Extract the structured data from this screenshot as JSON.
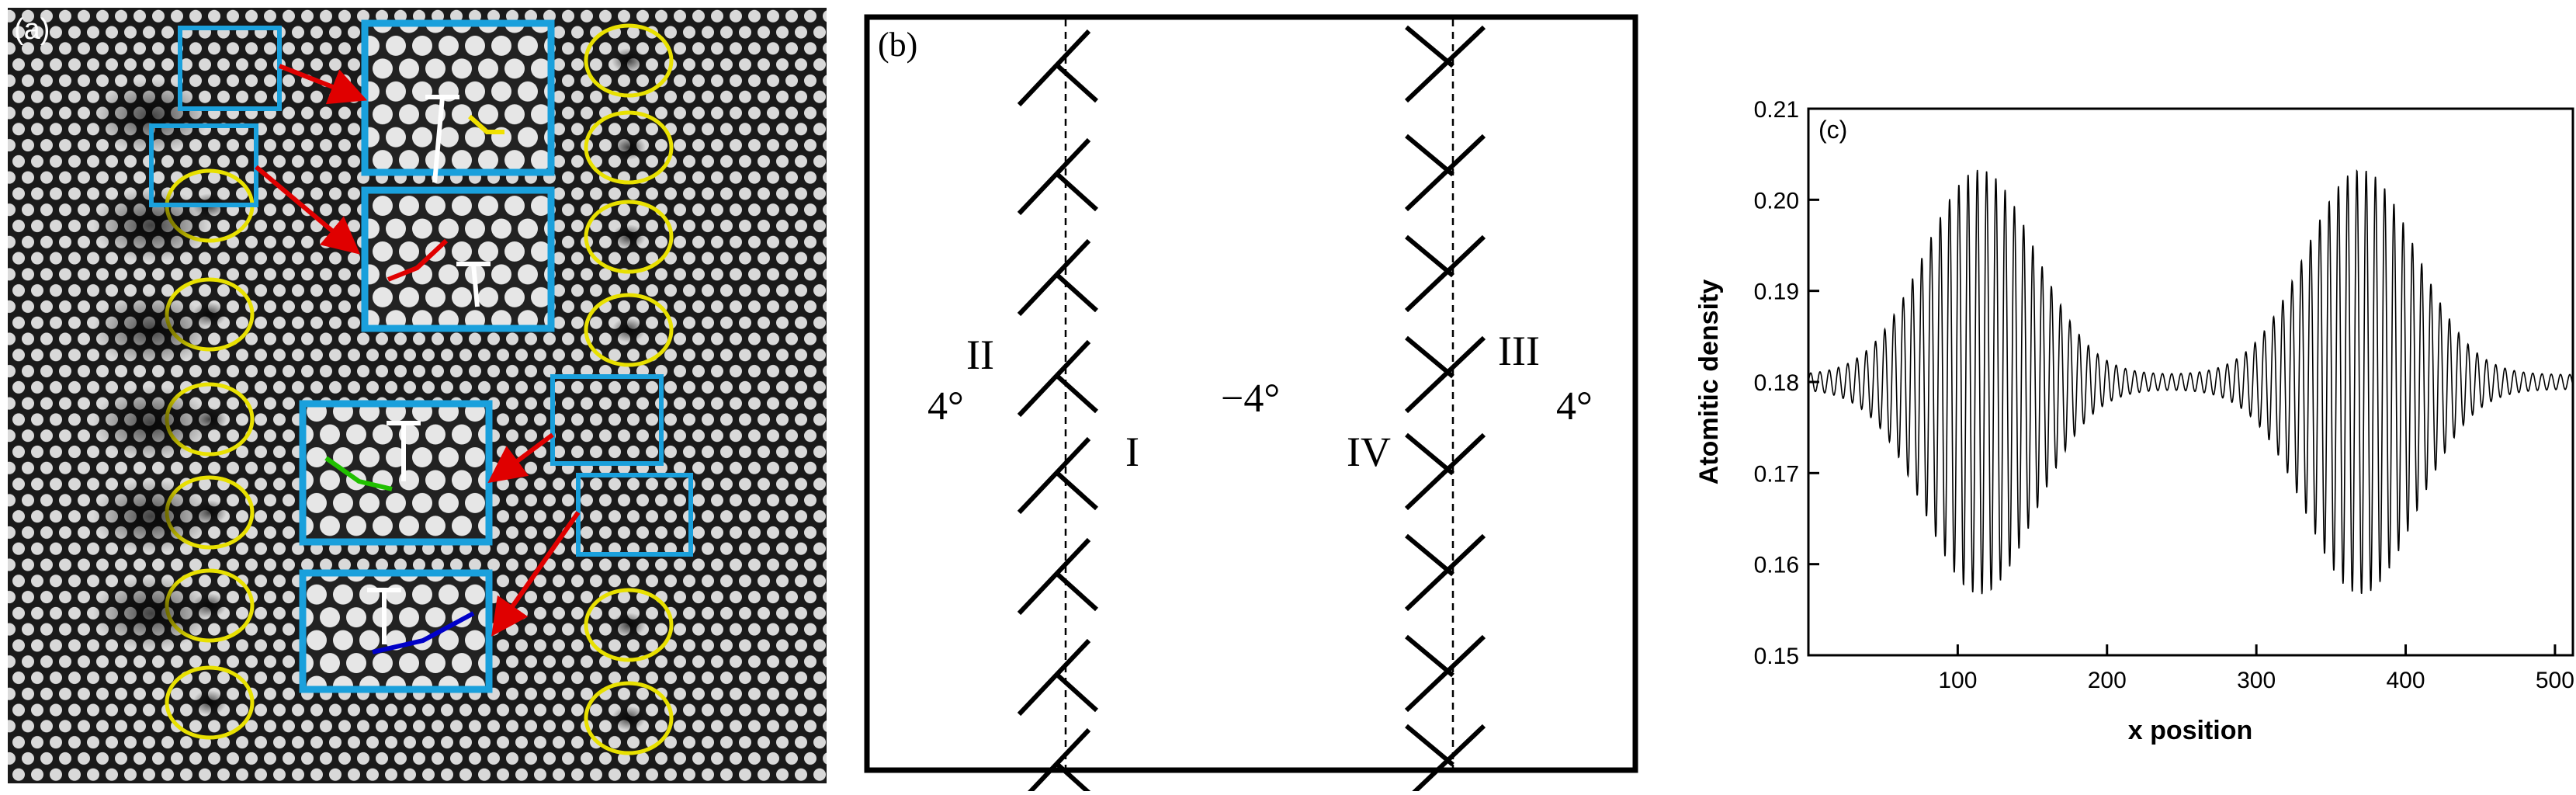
{
  "panel_a": {
    "label": "(a)",
    "colors": {
      "lattice_dark": "#1a1a1a",
      "atom": "#d9d9d9",
      "box": "#1aa0dc",
      "ellipse": "#e8e000",
      "arrow": "#e00000",
      "burgers": [
        "#f0e000",
        "#e00000",
        "#20c000",
        "#0000c8"
      ]
    }
  },
  "panel_b": {
    "label": "(b)",
    "annotations": {
      "II": "II",
      "I": "I",
      "IV": "IV",
      "III": "III",
      "left_angle": "4°",
      "mid_angle": "−4°",
      "right_angle": "4°"
    }
  },
  "chart_data": {
    "type": "line",
    "label": "(c)",
    "xlabel": "x position",
    "ylabel": "Atomitic density",
    "xlim": [
      0,
      512
    ],
    "ylim": [
      0.15,
      0.21
    ],
    "xticks": [
      100,
      200,
      300,
      400,
      500
    ],
    "yticks": [
      0.15,
      0.16,
      0.17,
      0.18,
      0.19,
      0.2,
      0.21
    ],
    "baseline": 0.18,
    "oscillation_period": 6.2,
    "envelope_centers": [
      115,
      370
    ],
    "envelope_width": 52,
    "peak_amplitude": 0.0225,
    "grid": false
  }
}
